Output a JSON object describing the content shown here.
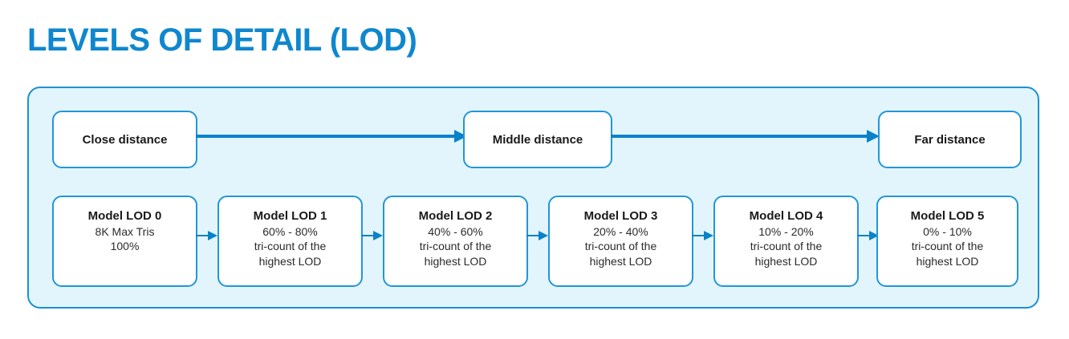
{
  "title": "LEVELS OF DETAIL (LOD)",
  "colors": {
    "title_blue": "#0e87ce",
    "panel_fill": "#e2f5fd",
    "panel_border": "#1b91d2",
    "node_border": "#2196d9",
    "node_fill": "#ffffff",
    "arrow": "#0a82c8",
    "text": "#1a1a1a"
  },
  "distance_row": {
    "nodes": [
      {
        "label": "Close distance"
      },
      {
        "label": "Middle distance"
      },
      {
        "label": "Far distance"
      }
    ],
    "arrows": [
      {
        "from": "Close distance",
        "to": "Middle distance"
      },
      {
        "from": "Middle distance",
        "to": "Far distance"
      }
    ]
  },
  "lod_row": {
    "nodes": [
      {
        "title": "Model LOD 0",
        "lines": [
          "8K Max Tris",
          "100%"
        ]
      },
      {
        "title": "Model LOD 1",
        "lines": [
          "60% - 80%",
          "tri-count of the",
          "highest LOD"
        ]
      },
      {
        "title": "Model LOD 2",
        "lines": [
          "40% - 60%",
          "tri-count of the",
          "highest LOD"
        ]
      },
      {
        "title": "Model LOD 3",
        "lines": [
          "20% - 40%",
          "tri-count of the",
          "highest LOD"
        ]
      },
      {
        "title": "Model LOD 4",
        "lines": [
          "10% - 20%",
          "tri-count of the",
          "highest LOD"
        ]
      },
      {
        "title": "Model LOD 5",
        "lines": [
          "0% - 10%",
          "tri-count of the",
          "highest LOD"
        ]
      }
    ]
  }
}
